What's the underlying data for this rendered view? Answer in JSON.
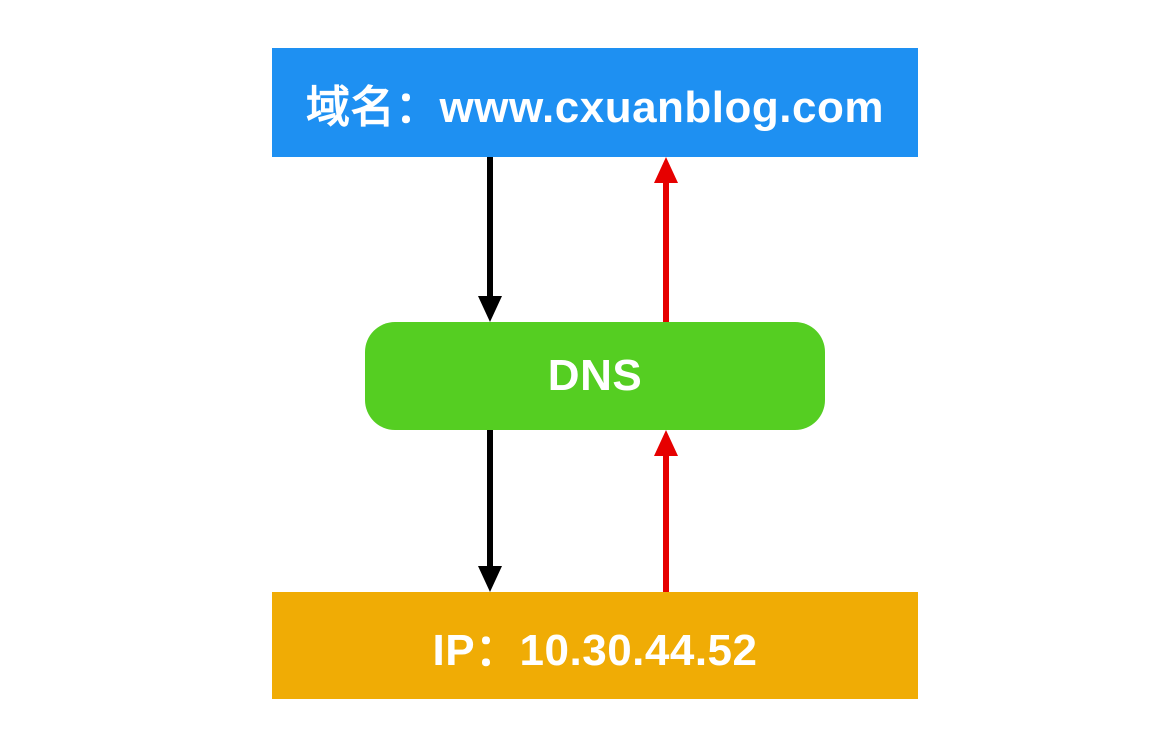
{
  "colors": {
    "background": "#ffffff",
    "domain_bg": "#1e90f2",
    "dns_bg": "#55ce22",
    "ip_bg": "#f0ac05",
    "node_text": "#ffffff",
    "request_arrow": "#000000",
    "response_arrow": "#e60000"
  },
  "nodes": {
    "domain": {
      "label": "域名：www.cxuanblog.com"
    },
    "dns": {
      "label": "DNS"
    },
    "ip": {
      "label": "IP：10.30.44.52"
    }
  },
  "edges": [
    {
      "from": "domain",
      "to": "dns",
      "direction": "down",
      "color_role": "request_arrow"
    },
    {
      "from": "dns",
      "to": "domain",
      "direction": "up",
      "color_role": "response_arrow"
    },
    {
      "from": "dns",
      "to": "ip",
      "direction": "down",
      "color_role": "request_arrow"
    },
    {
      "from": "ip",
      "to": "dns",
      "direction": "up",
      "color_role": "response_arrow"
    }
  ]
}
